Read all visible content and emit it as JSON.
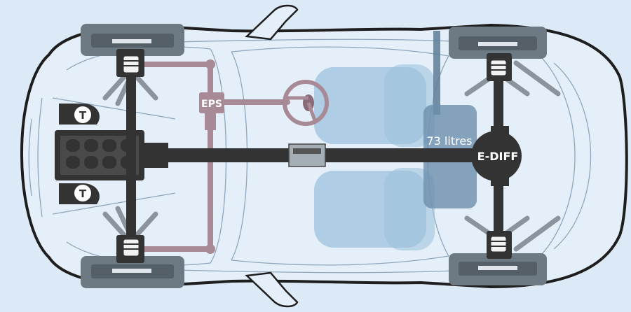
{
  "labels": {
    "eps": "EPS",
    "fuel": "73 litres",
    "ediff": "E-DIFF",
    "turbo": "T"
  },
  "colors": {
    "background": "#dce9f6",
    "body_fill": "#e4eff9",
    "outline": "#1e1e1e",
    "line": "#8fa6bc",
    "wheel": "#6e7a83",
    "wheel_dark": "#555f67",
    "drivetrain": "#333333",
    "steering": "#a88a96",
    "wheel_disc": "#8a6a78",
    "seat": "#9ec2dc",
    "tank": "#6b8fac",
    "tank_pipe": "#5e7d96",
    "suspension": "#8b949c"
  }
}
